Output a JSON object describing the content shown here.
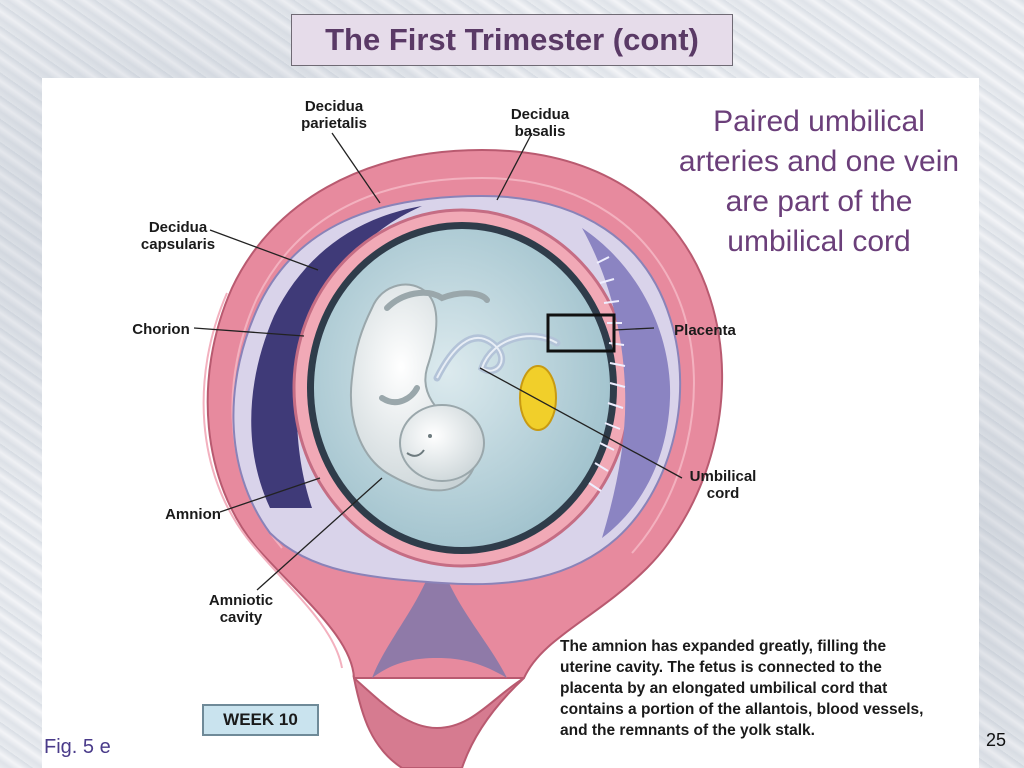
{
  "slide": {
    "title": "The First Trimester (cont)",
    "side_text": "Paired umbilical arteries and one vein are part of the umbilical cord",
    "figure_label": "Fig. 5 e",
    "page_number": "25"
  },
  "diagram": {
    "labels": {
      "decidua_parietalis": [
        "Decidua",
        "parietalis"
      ],
      "decidua_basalis": [
        "Decidua",
        "basalis"
      ],
      "decidua_capsularis": [
        "Decidua",
        "capsularis"
      ],
      "chorion": "Chorion",
      "placenta": "Placenta",
      "umbilical_cord": [
        "Umbilical",
        "cord"
      ],
      "amnion": "Amnion",
      "amniotic_cavity": [
        "Amniotic",
        "cavity"
      ]
    },
    "week_badge": "WEEK 10",
    "caption": "The amnion has expanded greatly, filling the uterine cavity. The fetus is connected to the placenta by an elongated umbilical cord that contains a portion of the allantois, blood vessels, and the remnants of the yolk stalk."
  },
  "colors": {
    "title_text": "#5a3a66",
    "side_text": "#6b3f7a",
    "uterine_wall": "#e78a9e",
    "amniotic_fluid": "#b7d4dc",
    "decidua": "#3f3a78",
    "yolk": "#f1cf2a"
  }
}
